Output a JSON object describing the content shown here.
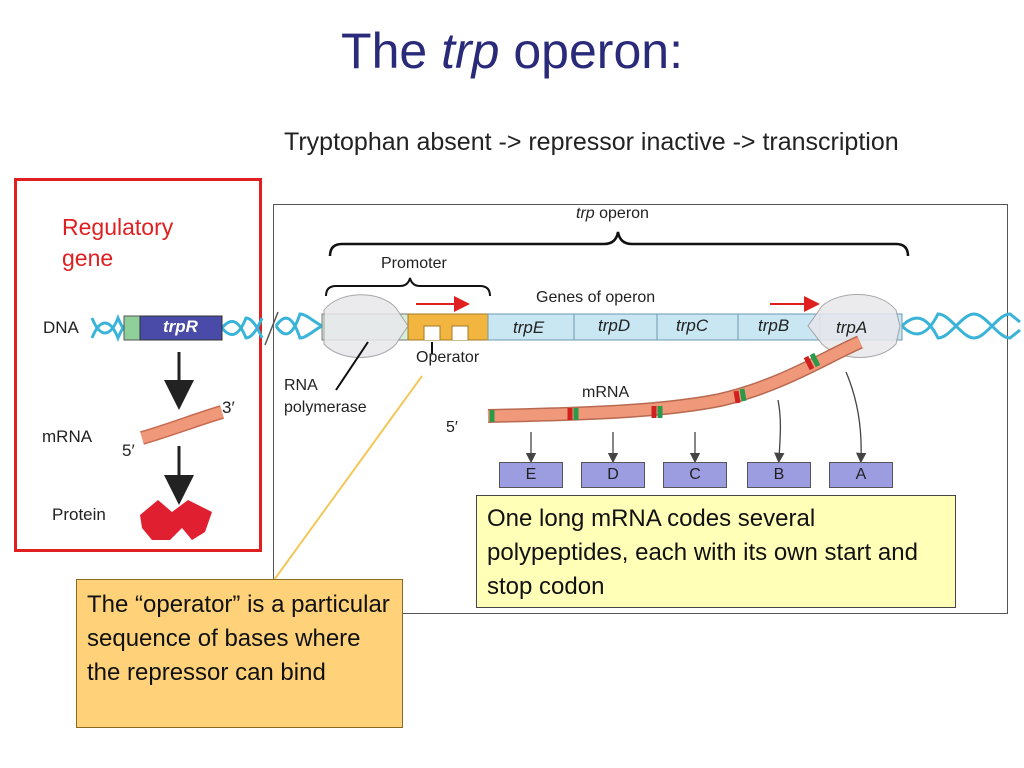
{
  "title": {
    "prefix": "The",
    "italic": "trp",
    "suffix": "operon:"
  },
  "subtitle": "Tryptophan absent -> repressor inactive -> transcription",
  "regulatory": {
    "heading_line1": "Regulatory",
    "heading_line2": "gene",
    "dna_label": "DNA",
    "gene_label": "trpR",
    "mrna_label": "mRNA",
    "end_3": "3′",
    "end_5": "5′",
    "protein_label": "Protein"
  },
  "operon": {
    "operon_label_italic": "trp",
    "operon_label": "operon",
    "promoter_label": "Promoter",
    "genes_label": "Genes of operon",
    "operator_label": "Operator",
    "rna_pol_line1": "RNA",
    "rna_pol_line2": "polymerase",
    "mrna_label": "mRNA",
    "end_5": "5′",
    "genes": [
      "trpE",
      "trpD",
      "trpC",
      "trpB",
      "trpA"
    ],
    "proteins": [
      "E",
      "D",
      "C",
      "B",
      "A"
    ]
  },
  "callouts": {
    "operator_note": "The “operator” is a particular sequence of bases where the repressor can bind",
    "mrna_note": "One long mRNA codes several polypeptides, each with its own start and stop codon"
  },
  "colors": {
    "title": "#2a2a7a",
    "regulatory_box": "#e02020",
    "dna_helix": "#39b4d8",
    "gene_bar": "#c9e6f3",
    "trpR": "#4a4aa8",
    "operator": "#f2b540",
    "mrna": "#f0987a",
    "protein": "#e02030",
    "callout_operator": "#ffd27a",
    "callout_mrna": "#ffffb8"
  }
}
